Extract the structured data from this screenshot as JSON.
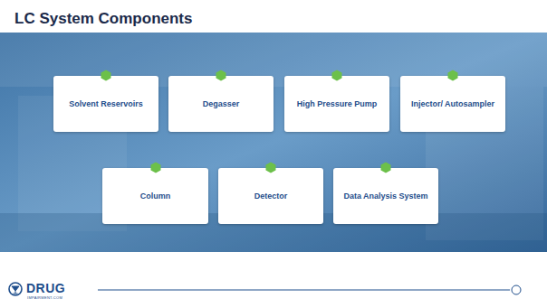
{
  "diagram": {
    "title": "LC System Components",
    "nodes": [
      {
        "text": [
          "Solvent Reservoirs"
        ]
      },
      {
        "text": [
          "Degasser"
        ]
      },
      {
        "text": [
          "High Pressure Pump"
        ]
      },
      {
        "text": [
          "Injector/ Autosampler"
        ]
      },
      {
        "text": [
          "Column"
        ]
      },
      {
        "text": [
          "Detector"
        ]
      },
      {
        "text": [
          "Data Analysis System"
        ]
      }
    ],
    "labels": [
      "DRUG",
      "IMPAIRMENT.COM"
    ]
  }
}
